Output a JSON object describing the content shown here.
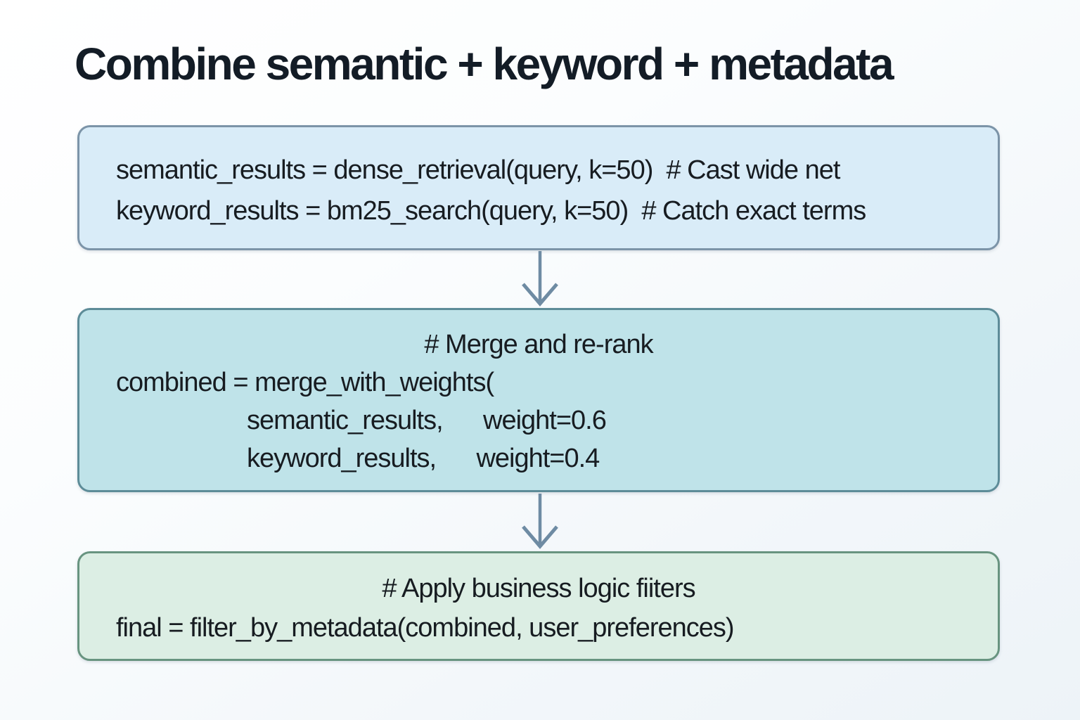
{
  "diagram": {
    "title": "Combine semantic + keyword + metadata",
    "colors": {
      "title_text": "#131c26",
      "code_text": "#171c21",
      "arrow": "#6e8ba3",
      "box_retrieval_fill": "#d9ecf8",
      "box_retrieval_border": "#7c94a8",
      "box_merge_fill": "#bfe3e9",
      "box_merge_border": "#5d8c98",
      "box_filter_fill": "#dceee4",
      "box_filter_border": "#689480",
      "background": "#f3f7fa"
    },
    "boxes": [
      {
        "id": "retrieval",
        "lines": [
          {
            "text": "semantic_results = dense_retrieval(query, k=50)  # Cast wide net"
          },
          {
            "text": "keyword_results = bm25_search(query, k=50)  # Catch exact terms"
          }
        ]
      },
      {
        "id": "merge",
        "lines": [
          {
            "text": "# Merge and re-rank"
          },
          {
            "text": "combined = merge_with_weights("
          },
          {
            "text": "semantic_results,      weight=0.6"
          },
          {
            "text": "keyword_results,      weight=0.4"
          }
        ]
      },
      {
        "id": "filter",
        "lines": [
          {
            "text": "# Apply business logic fiiters"
          },
          {
            "text": "final = filter_by_metadata(combined, user_preferences)"
          }
        ]
      }
    ],
    "connectors": [
      {
        "from": "retrieval",
        "to": "merge",
        "direction": "down"
      },
      {
        "from": "merge",
        "to": "filter",
        "direction": "down"
      }
    ]
  }
}
